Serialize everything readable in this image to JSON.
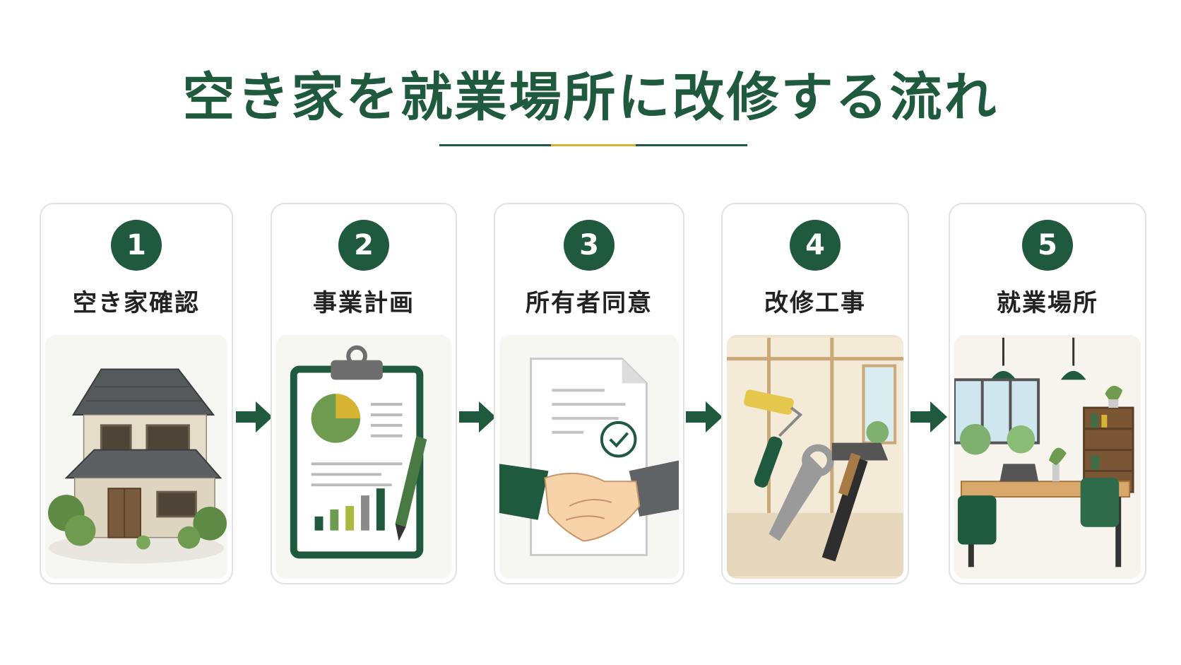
{
  "title": "空き家を就業場所に改修する流れ",
  "colors": {
    "primary_green": "#1f5a3e",
    "accent_gold": "#d6b332",
    "card_border": "#e2e2e2"
  },
  "steps": [
    {
      "number": "1",
      "label": "空き家確認",
      "icon": "abandoned-house-icon"
    },
    {
      "number": "2",
      "label": "事業計画",
      "icon": "clipboard-plan-icon"
    },
    {
      "number": "3",
      "label": "所有者同意",
      "icon": "handshake-contract-icon"
    },
    {
      "number": "4",
      "label": "改修工事",
      "icon": "renovation-tools-icon"
    },
    {
      "number": "5",
      "label": "就業場所",
      "icon": "office-room-icon"
    }
  ],
  "arrow_icon": "right-arrow-icon"
}
